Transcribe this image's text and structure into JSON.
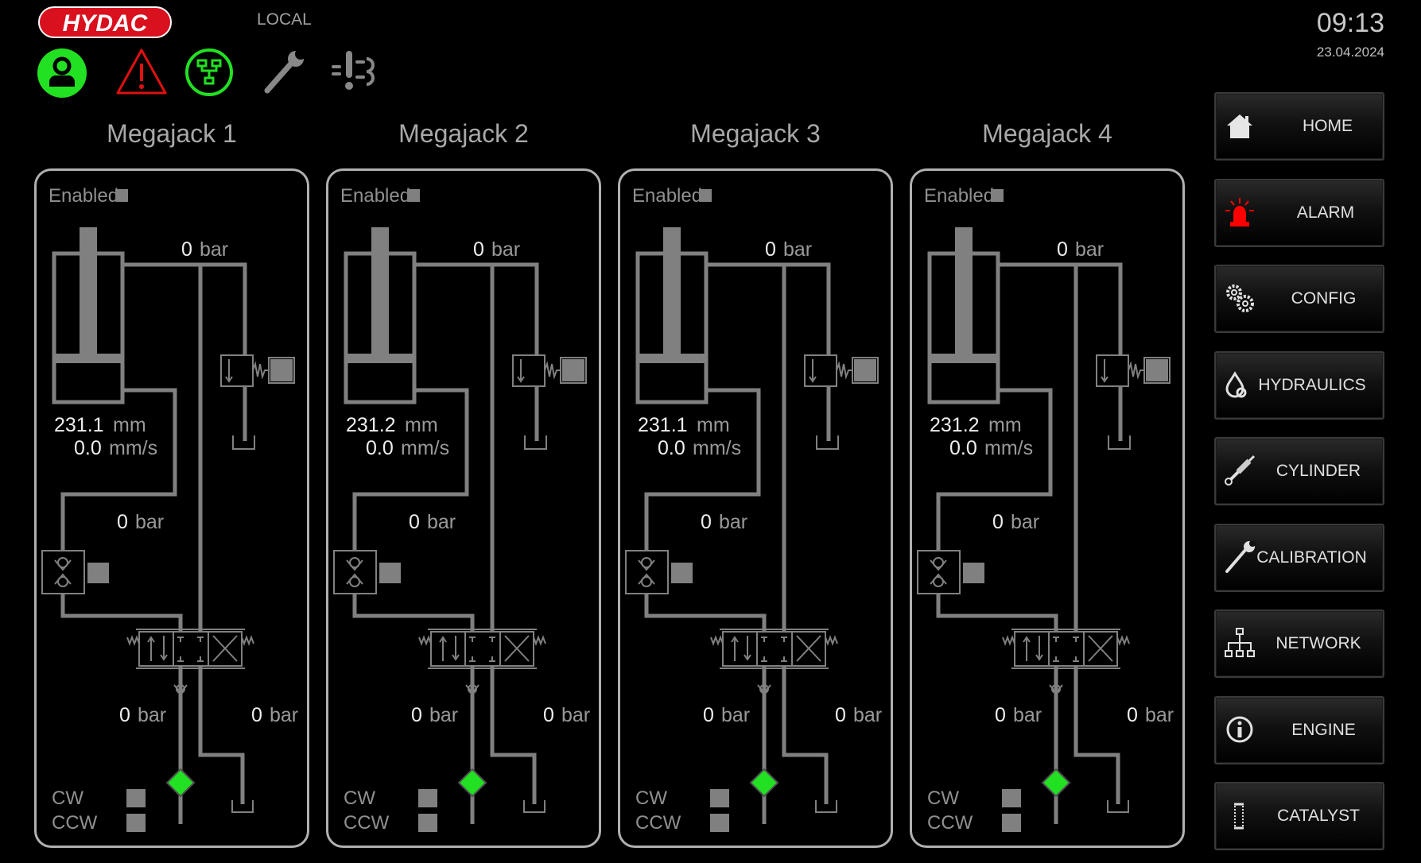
{
  "header": {
    "logo_text": "HYDAC",
    "mode": "LOCAL",
    "time": "09:13",
    "date": "23.04.2024",
    "status_icons": [
      "user-icon",
      "warning-icon",
      "network-status-icon",
      "wrench-icon",
      "service-alert-icon"
    ]
  },
  "colors": {
    "accent_green": "#22e022",
    "alarm_red": "#e01010",
    "line_gray": "#808080",
    "logo_red": "#d9101e"
  },
  "megajacks": [
    {
      "title": "Megajack 1",
      "enabled_label": "Enabled",
      "top_pressure": "0",
      "mid_pressure": "0",
      "bottom_left_pressure": "0",
      "bottom_right_pressure": "0",
      "position": "231.1",
      "speed": "0.0",
      "pressure_unit": "bar",
      "position_unit": "mm",
      "speed_unit": "mm/s",
      "cw_label": "CW",
      "ccw_label": "CCW"
    },
    {
      "title": "Megajack 2",
      "enabled_label": "Enabled",
      "top_pressure": "0",
      "mid_pressure": "0",
      "bottom_left_pressure": "0",
      "bottom_right_pressure": "0",
      "position": "231.2",
      "speed": "0.0",
      "pressure_unit": "bar",
      "position_unit": "mm",
      "speed_unit": "mm/s",
      "cw_label": "CW",
      "ccw_label": "CCW"
    },
    {
      "title": "Megajack 3",
      "enabled_label": "Enabled",
      "top_pressure": "0",
      "mid_pressure": "0",
      "bottom_left_pressure": "0",
      "bottom_right_pressure": "0",
      "position": "231.1",
      "speed": "0.0",
      "pressure_unit": "bar",
      "position_unit": "mm",
      "speed_unit": "mm/s",
      "cw_label": "CW",
      "ccw_label": "CCW"
    },
    {
      "title": "Megajack 4",
      "enabled_label": "Enabled",
      "top_pressure": "0",
      "mid_pressure": "0",
      "bottom_left_pressure": "0",
      "bottom_right_pressure": "0",
      "position": "231.2",
      "speed": "0.0",
      "pressure_unit": "bar",
      "position_unit": "mm",
      "speed_unit": "mm/s",
      "cw_label": "CW",
      "ccw_label": "CCW"
    }
  ],
  "nav": [
    {
      "label": "HOME",
      "icon": "home-icon"
    },
    {
      "label": "ALARM",
      "icon": "alarm-beacon-icon"
    },
    {
      "label": "CONFIG",
      "icon": "gears-icon"
    },
    {
      "label": "HYDRAULICS",
      "icon": "droplets-icon"
    },
    {
      "label": "CYLINDER",
      "icon": "cylinder-icon"
    },
    {
      "label": "CALIBRATION",
      "icon": "wrench-icon"
    },
    {
      "label": "NETWORK",
      "icon": "network-icon"
    },
    {
      "label": "ENGINE",
      "icon": "info-icon"
    },
    {
      "label": "CATALYST",
      "icon": "catalyst-icon"
    }
  ]
}
